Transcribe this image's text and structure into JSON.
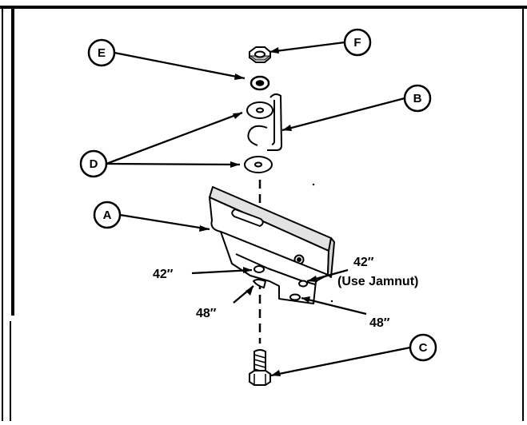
{
  "diagram": {
    "callouts": {
      "a": "A",
      "b": "B",
      "c": "C",
      "d": "D",
      "e": "E",
      "f": "F"
    },
    "labels": {
      "upper_left_42": "42″",
      "right_42": "42″",
      "use_jamnut": "(Use Jamnut)",
      "left_48": "48″",
      "right_48": "48″"
    },
    "colors": {
      "ink": "#000000",
      "paper": "#ffffff"
    }
  }
}
